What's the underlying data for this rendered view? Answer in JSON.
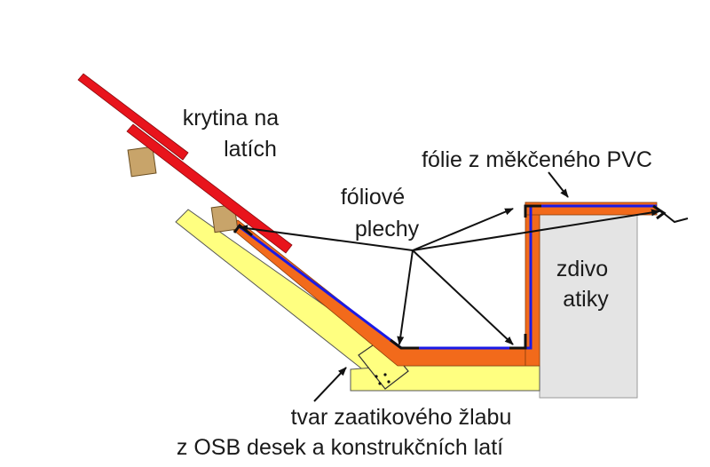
{
  "labels": {
    "roofing_line1": "krytina na",
    "roofing_line2": "latích",
    "pvc_foil": "fólie z měkčeného PVC",
    "foil_sheets_line1": "fóliové",
    "foil_sheets_line2": "plechy",
    "wall_line1": "zdivo",
    "wall_line2": "atiky",
    "gutter_line1": "tvar zaatikového žlabu",
    "gutter_line2": "z OSB desek a konstrukčních latí"
  },
  "colors": {
    "roofing": "#e8141c",
    "batten": "#c8a46a",
    "osb": "#ffff80",
    "insulation": "#f26a1b",
    "membrane": "#1a1ae6",
    "wall": "#e4e4e4",
    "line": "#111111"
  }
}
